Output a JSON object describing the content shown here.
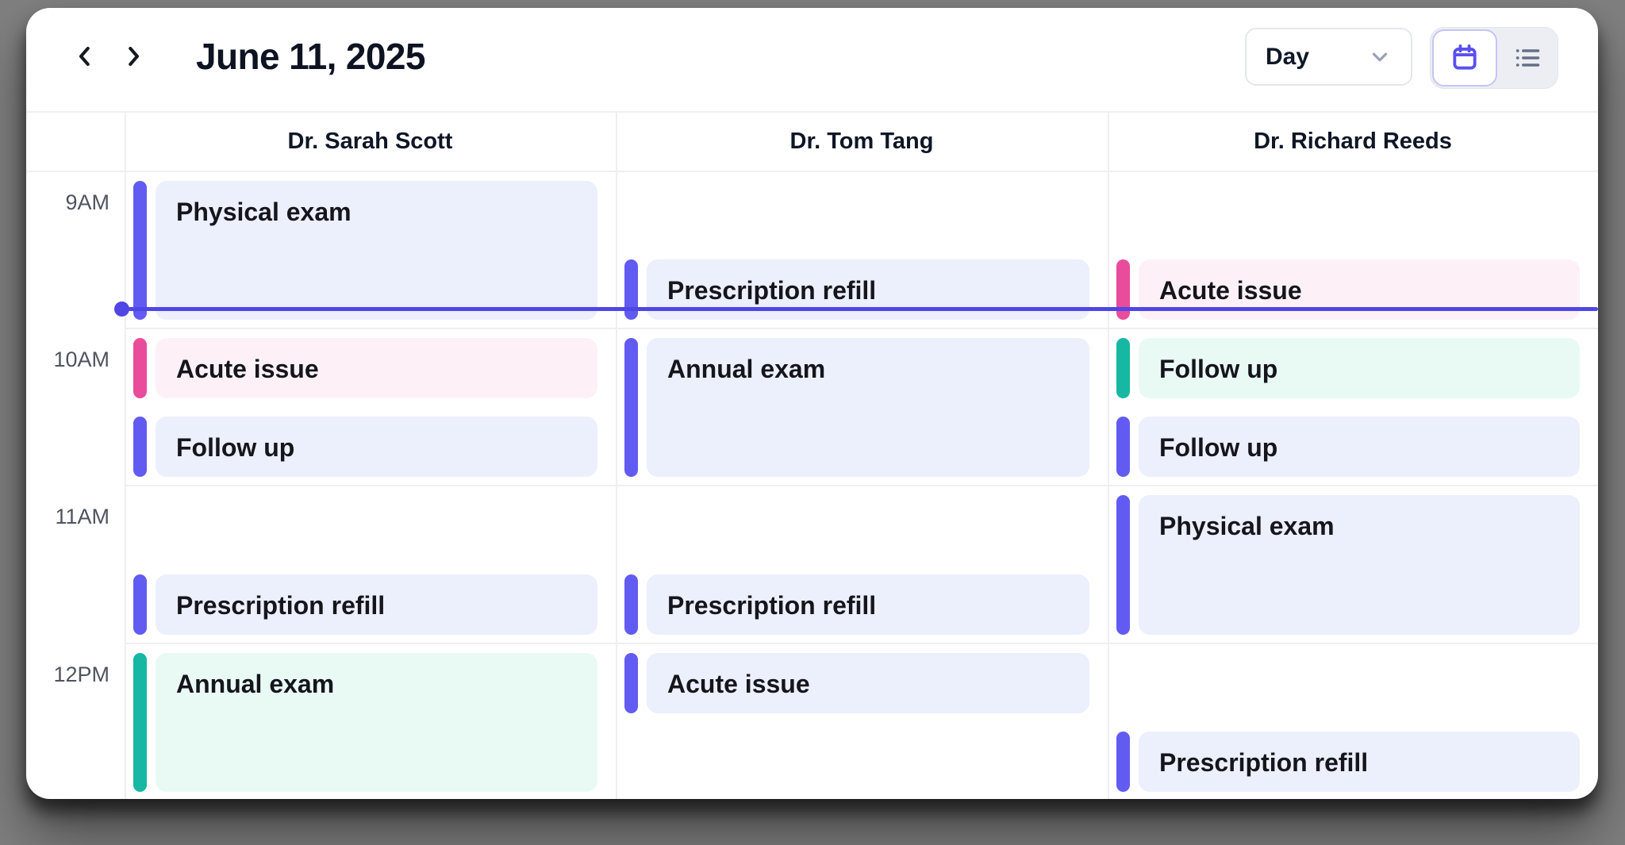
{
  "toolbar": {
    "prev_icon": "chevron-left",
    "next_icon": "chevron-right",
    "title": "June 11, 2025",
    "view_select": {
      "value": "Day",
      "chevron_icon": "chevron-down"
    },
    "view_toggle": {
      "options": [
        {
          "name": "calendar-view",
          "icon": "calendar",
          "active": true
        },
        {
          "name": "list-view",
          "icon": "list",
          "active": false
        }
      ]
    }
  },
  "resources": [
    {
      "name": "Dr. Sarah Scott"
    },
    {
      "name": "Dr. Tom Tang"
    },
    {
      "name": "Dr. Richard Reeds"
    }
  ],
  "time_axis": {
    "labels": [
      {
        "label": "9AM",
        "hour": 9
      },
      {
        "label": "10AM",
        "hour": 10
      },
      {
        "label": "11AM",
        "hour": 11
      },
      {
        "label": "12PM",
        "hour": 12
      }
    ],
    "day_start_hour": 9,
    "day_end_hour": 13
  },
  "current_time": {
    "hour_decimal": 9.88
  },
  "palette": {
    "indigo": {
      "bar": "#625bf2",
      "bg": "#eceffc"
    },
    "pink": {
      "bar": "#ea4c9c",
      "bg": "#fdf1f7"
    },
    "teal": {
      "bar": "#16b8a3",
      "bg": "#e9faf5"
    },
    "current_time_line": "#4f46e5",
    "event_text": "#15151c"
  },
  "events": [
    {
      "resource": 0,
      "title": "Physical exam",
      "color": "indigo",
      "start": 9.0,
      "end": 10.0
    },
    {
      "resource": 0,
      "title": "Acute issue",
      "color": "pink",
      "start": 10.0,
      "end": 10.5
    },
    {
      "resource": 0,
      "title": "Follow up",
      "color": "indigo",
      "start": 10.5,
      "end": 11.0
    },
    {
      "resource": 0,
      "title": "Prescription refill",
      "color": "indigo",
      "start": 11.5,
      "end": 12.0
    },
    {
      "resource": 0,
      "title": "Annual exam",
      "color": "teal",
      "start": 12.0,
      "end": 13.0
    },
    {
      "resource": 1,
      "title": "Prescription refill",
      "color": "indigo",
      "start": 9.5,
      "end": 10.0
    },
    {
      "resource": 1,
      "title": "Annual exam",
      "color": "indigo",
      "start": 10.0,
      "end": 11.0
    },
    {
      "resource": 1,
      "title": "Prescription refill",
      "color": "indigo",
      "start": 11.5,
      "end": 12.0
    },
    {
      "resource": 1,
      "title": "Acute issue",
      "color": "indigo",
      "start": 12.0,
      "end": 12.5
    },
    {
      "resource": 2,
      "title": "Acute issue",
      "color": "pink",
      "start": 9.5,
      "end": 10.0
    },
    {
      "resource": 2,
      "title": "Follow up",
      "color": "teal",
      "start": 10.0,
      "end": 10.5
    },
    {
      "resource": 2,
      "title": "Follow up",
      "color": "indigo",
      "start": 10.5,
      "end": 11.0
    },
    {
      "resource": 2,
      "title": "Physical exam",
      "color": "indigo",
      "start": 11.0,
      "end": 12.0
    },
    {
      "resource": 2,
      "title": "Prescription refill",
      "color": "indigo",
      "start": 12.5,
      "end": 13.0
    }
  ]
}
